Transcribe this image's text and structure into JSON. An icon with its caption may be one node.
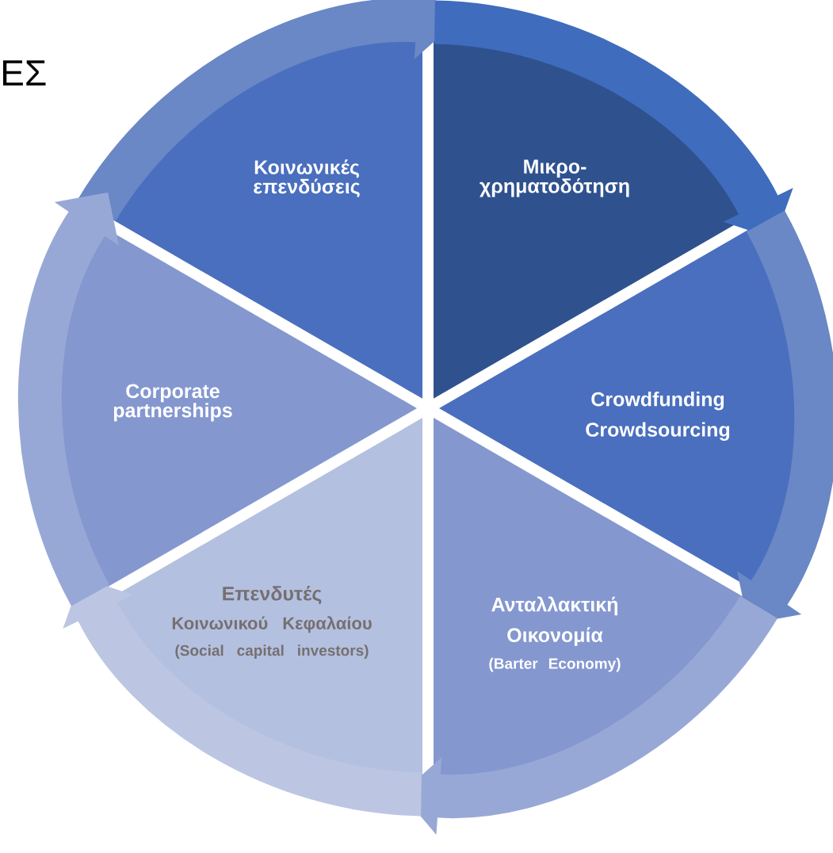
{
  "diagram": {
    "nodes": [
      {
        "text": [
          "Κοινωνικές επενδύσεις"
        ]
      },
      {
        "text": [
          "Μικρο- χρηματοδότηση"
        ]
      },
      {
        "text": [
          "Crowdfunding",
          "Crowdsourcing"
        ]
      },
      {
        "text": [
          "Ανταλλακτική",
          "Οικονομία",
          "(Barter Economy)"
        ]
      },
      {
        "text": [
          "Επενδυτές",
          "Κοινωνικού Κεφαλαίου",
          "(Social capital investors)"
        ]
      },
      {
        "text": [
          "Corporate partnerships"
        ]
      }
    ],
    "edges": [
      {
        "from": 0,
        "to": 1,
        "arrow": "to",
        "color": "#6a87c6"
      },
      {
        "from": 1,
        "to": 2,
        "arrow": "to",
        "color": "#3f6cbd"
      },
      {
        "from": 2,
        "to": 3,
        "arrow": "to",
        "color": "#6a87c6"
      },
      {
        "from": 3,
        "to": 4,
        "arrow": "to",
        "color": "#98a8d6"
      },
      {
        "from": 4,
        "to": 5,
        "arrow": "to",
        "color": "#bcc6e3"
      },
      {
        "from": 5,
        "to": 0,
        "arrow": "to",
        "color": "#98a8d6"
      }
    ],
    "labels": [
      "ΕΣ"
    ]
  }
}
